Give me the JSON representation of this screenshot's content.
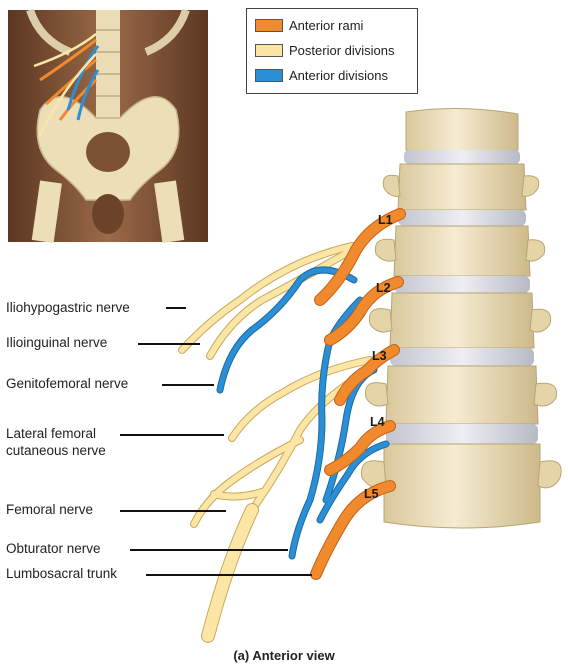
{
  "legend": {
    "items": [
      {
        "label": "Anterior rami",
        "color": "#f08a2c"
      },
      {
        "label": "Posterior divisions",
        "color": "#fbe6a6"
      },
      {
        "label": "Anterior divisions",
        "color": "#2b8fd6"
      }
    ]
  },
  "vertebra_labels": [
    "L1",
    "L2",
    "L3",
    "L4",
    "L5"
  ],
  "nerve_labels": {
    "iliohypogastric": "Iliohypogastric nerve",
    "ilioinguinal": "Ilioinguinal nerve",
    "genitofemoral": "Genitofemoral nerve",
    "lateral_femoral_line1": "Lateral femoral",
    "lateral_femoral_line2": "cutaneous nerve",
    "femoral": "Femoral nerve",
    "obturator": "Obturator nerve",
    "lumbosacral": "Lumbosacral trunk"
  },
  "caption": "(a) Anterior view",
  "colors": {
    "anterior_rami": "#f08a2c",
    "posterior_divisions": "#fbe6a6",
    "anterior_divisions": "#2b8fd6",
    "bone": "#efe2c0",
    "disc": "#dcdde4",
    "skin": "#8a5a3c"
  }
}
